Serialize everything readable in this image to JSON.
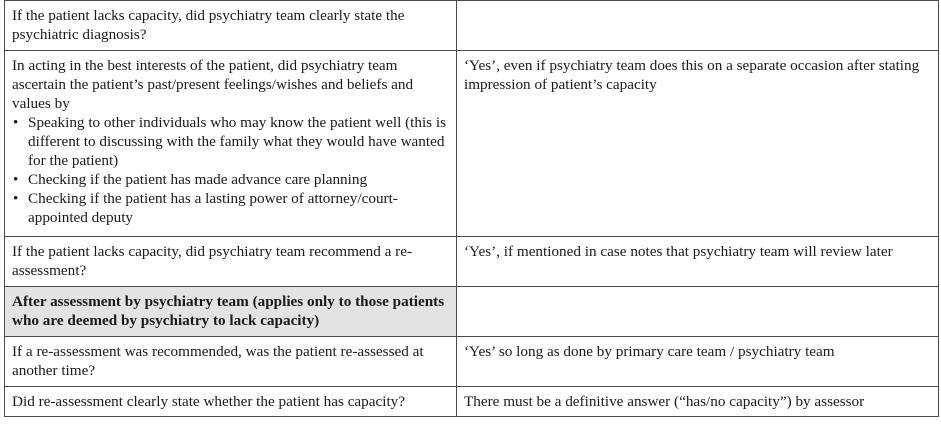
{
  "rows": [
    {
      "question": "If the patient lacks capacity, did psychiatry team clearly state the psychiatric diagnosis?",
      "note": ""
    },
    {
      "question": "In acting in the best interests of the patient, did psychiatry team ascertain the patient’s past/present feelings/wishes and beliefs and values by",
      "bullets": [
        "Speaking to other individuals who may know the patient well (this is different to discussing with the family what they would have wanted for the patient)",
        "Checking if the patient has made advance care planning",
        "Checking if the patient has a lasting power of attorney/court-appointed deputy"
      ],
      "note": "‘Yes’, even if psychiatry team does this on a separate occasion after stating impression of patient’s capacity"
    },
    {
      "question": "If the patient lacks capacity, did psychiatry team recommend a re-assessment?",
      "note": "‘Yes’, if mentioned in case notes that psychiatry team will review later"
    },
    {
      "section_heading": "After assessment by psychiatry team (applies only to those patients who are deemed by psychiatry to lack capacity)",
      "note": ""
    },
    {
      "question": "If a re-assessment was recommended, was the patient re-assessed at another time?",
      "note": "‘Yes’ so long as done by primary care team / psychiatry team"
    },
    {
      "question": "Did re-assessment clearly state whether the patient has capacity?",
      "note": "There must be a definitive answer (“has/no capacity”) by assessor"
    }
  ],
  "bullet_symbol": "•",
  "colors": {
    "border": "#4a4a4a",
    "section_background": "#e3e3e3",
    "text": "#1a1a1a"
  }
}
